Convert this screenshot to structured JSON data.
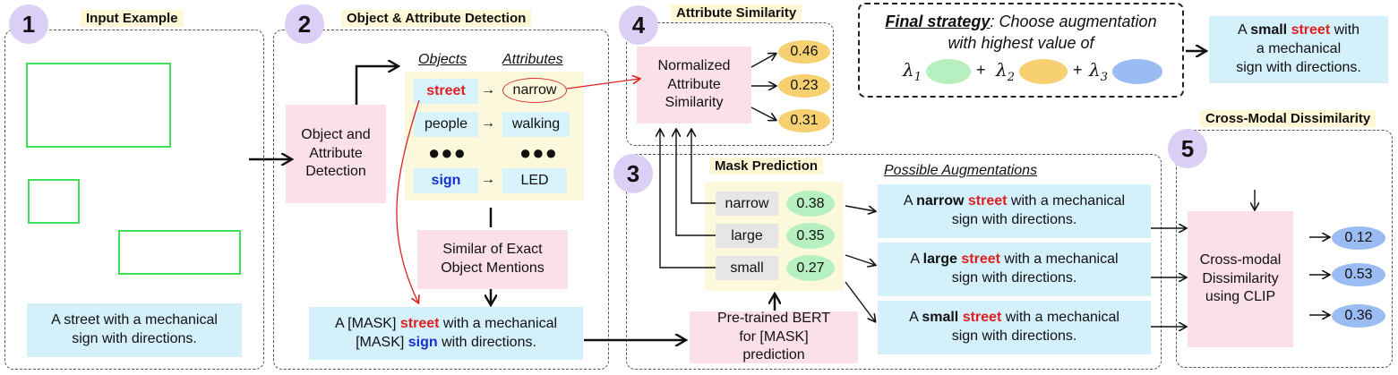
{
  "panels": {
    "p1": {
      "number": "1",
      "title": "Input Example",
      "caption": "A street with a mechanical sign with directions."
    },
    "p2": {
      "number": "2",
      "title": "Object & Attribute Detection"
    },
    "p3": {
      "number": "3",
      "title": "Mask Prediction"
    },
    "p4": {
      "number": "4",
      "title": "Attribute Similarity"
    },
    "p5": {
      "number": "5",
      "title": "Cross-Modal Dissimilarity"
    }
  },
  "detection": {
    "box_label": "Object and Attribute Detection",
    "objects_header": "Objects",
    "attributes_header": "Attributes",
    "rows": [
      {
        "object": "street",
        "arrow": "→",
        "attribute": "narrow"
      },
      {
        "object": "people",
        "arrow": "→",
        "attribute": "walking"
      },
      {
        "object": "●●●",
        "attribute": "●●●"
      },
      {
        "object": "sign",
        "arrow": "→",
        "attribute": "LED"
      }
    ],
    "similar_box": "Similar of Exact Object Mentions",
    "masked_sentence": {
      "part1": "A [MASK] ",
      "word1": "street",
      "part2": " with a mechanical",
      "part3": "[MASK] ",
      "word2": "sign",
      "part4": " with directions."
    }
  },
  "bert_box": "Pre-trained BERT for [MASK] prediction",
  "mask_prediction": {
    "candidates": [
      {
        "word": "narrow",
        "score": "0.38"
      },
      {
        "word": "large",
        "score": "0.35"
      },
      {
        "word": "small",
        "score": "0.27"
      }
    ],
    "augmentations_header": "Possible Augmentations",
    "augmentations": [
      {
        "prefix": "A ",
        "attr": "narrow",
        "obj": "street",
        "rest1": " with a mechanical",
        "rest2": "sign with directions."
      },
      {
        "prefix": "A ",
        "attr": "large",
        "obj": "street",
        "rest1": " with a mechanical",
        "rest2": "sign with directions."
      },
      {
        "prefix": "A ",
        "attr": "small",
        "obj": "street",
        "rest1": " with a mechanical",
        "rest2": "sign with directions."
      }
    ]
  },
  "attribute_similarity": {
    "box_label": "Normalized Attribute Similarity",
    "scores": [
      "0.46",
      "0.23",
      "0.31"
    ]
  },
  "cross_modal": {
    "box_label": "Cross-modal Dissimilarity using CLIP",
    "scores": [
      "0.12",
      "0.53",
      "0.36"
    ]
  },
  "final_strategy": {
    "label": "Final strategy",
    "text1": ": Choose augmentation",
    "text2": "with highest value of",
    "lambda1": "λ1",
    "lambda2": "λ2",
    "lambda3": "λ3",
    "plus": "+"
  },
  "result": {
    "prefix": "A ",
    "attr": "small",
    "obj": "street",
    "rest1": " with",
    "rest2": "a mechanical",
    "rest3": "sign with directions."
  },
  "colors": {
    "pink": "#fbe0e8",
    "cyan": "#d4f0fb",
    "purple": "#dccff5",
    "green": "#b6f0c0",
    "yellow": "#f6d071",
    "blue": "#9bbcf2",
    "red": "#e02020",
    "darkblue": "#1730d0"
  }
}
